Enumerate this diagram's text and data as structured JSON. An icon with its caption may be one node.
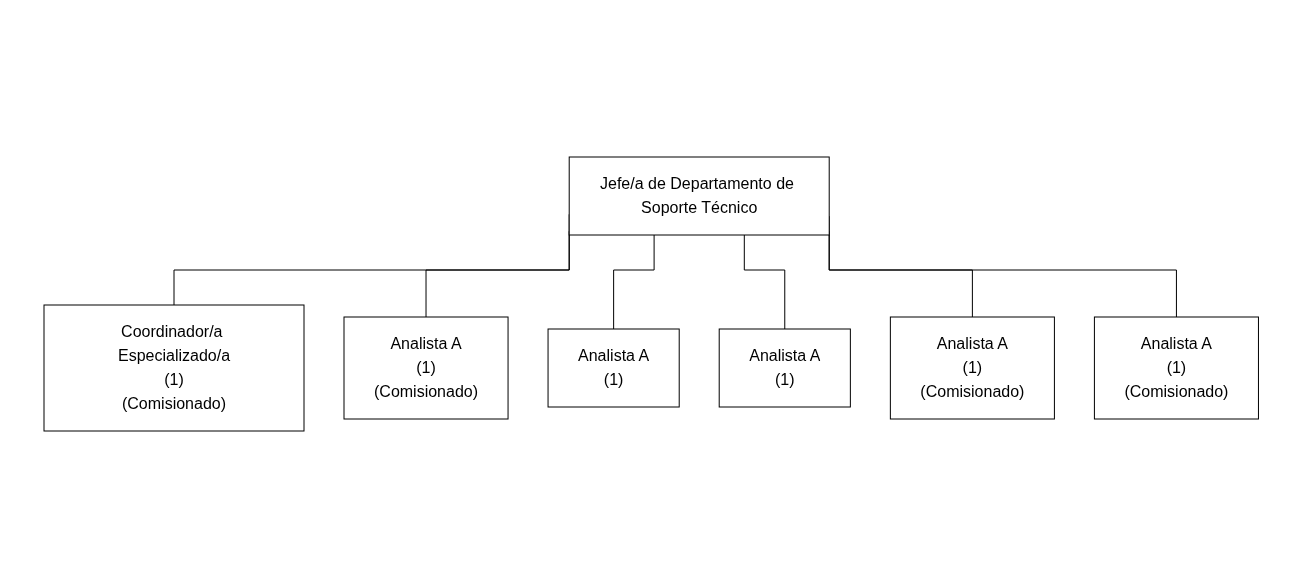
{
  "diagram": {
    "nodes": [
      {
        "text": [
          "Jefe/a de Departamento de Soporte Técnico"
        ]
      },
      {
        "text": [
          "Coordinador/a Especializado/a",
          "(1)",
          "(Comisionado)"
        ]
      },
      {
        "text": [
          "Analista A",
          "(1)",
          "(Comisionado)"
        ]
      },
      {
        "text": [
          "Analista A",
          "(1)"
        ]
      },
      {
        "text": [
          "Analista A",
          "(1)"
        ]
      },
      {
        "text": [
          "Analista A",
          "(1)",
          "(Comisionado)"
        ]
      },
      {
        "text": [
          "Analista A",
          "(1)",
          "(Comisionado)"
        ]
      }
    ],
    "edges": [
      {
        "from": 0,
        "to": 1,
        "arrow": "none"
      },
      {
        "from": 0,
        "to": 2,
        "arrow": "none"
      },
      {
        "from": 0,
        "to": 3,
        "arrow": "none"
      },
      {
        "from": 0,
        "to": 4,
        "arrow": "none"
      },
      {
        "from": 0,
        "to": 5,
        "arrow": "none"
      },
      {
        "from": 0,
        "to": 6,
        "arrow": "none"
      }
    ]
  }
}
